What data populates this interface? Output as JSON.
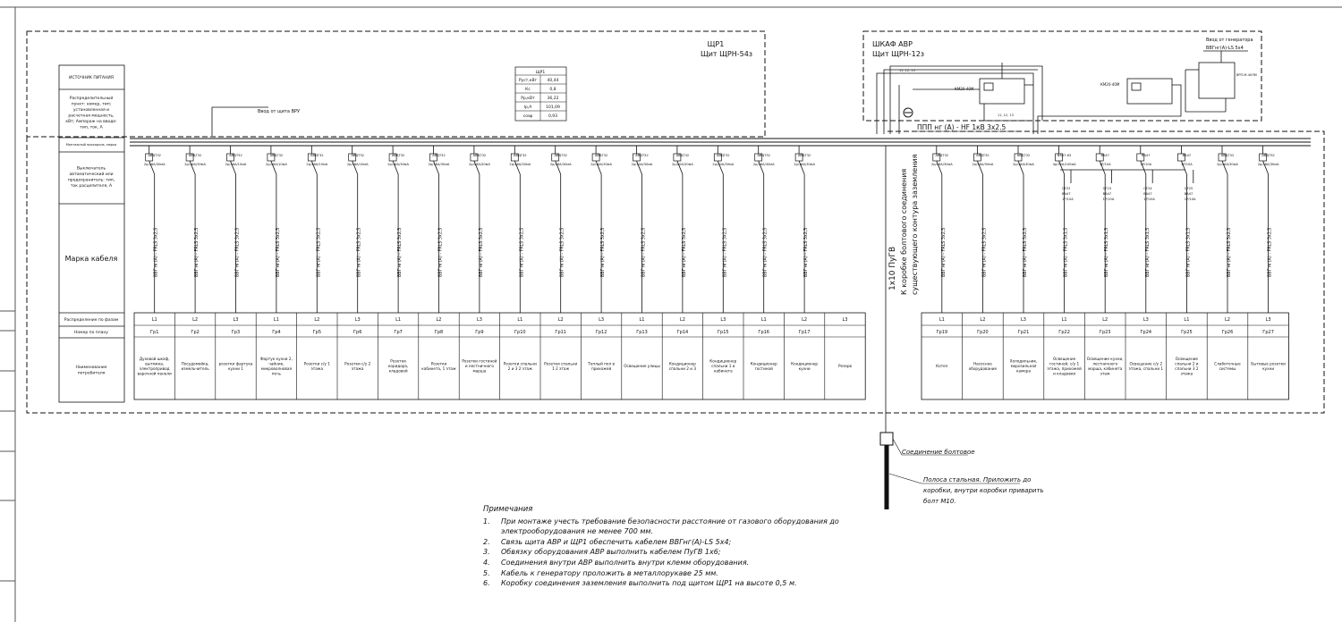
{
  "panel_main": {
    "title": "ЩР1",
    "subtitle": "Щит ЩРН-54з"
  },
  "panel_avr": {
    "title": "ШКАФ АВР",
    "subtitle": "Щит ЩРН-12з"
  },
  "generator_input": {
    "line1": "Ввод от генератора",
    "line2": "ВВГнг(А)-LS 5х4"
  },
  "input_from_vru": "Ввод от щита ВРУ",
  "avr_contactor_1": "КМ20-40М",
  "avr_contactor_2": "КМ20-40М",
  "avr_cable": "ППП нг (А) - HF 1кВ 3х2.5",
  "avr_terminal_labels": [
    "11, 12, 13",
    "11, 12, 13"
  ],
  "relay_label": "ВРП-М-40ЛМ",
  "ground_cable": "1х10 ПуГВ",
  "ground_text_1": "К коробке болтового соединения",
  "ground_text_2": "существующего контура заземления",
  "bolt_connection": "Соединение болтовое",
  "steel_strip": "Полоса стальная. Приложить до коробки, внутри коробки приварить болт М10.",
  "summary": {
    "header": "ЩР1",
    "rows": [
      [
        "Руст,кВт",
        "40,44"
      ],
      [
        "Кс",
        "0,8"
      ],
      [
        "Рр,кВт",
        "36,22"
      ],
      [
        "Ip,A",
        "101,09"
      ],
      [
        "cosφ",
        "0,93"
      ]
    ]
  },
  "legend": {
    "source": "ИСТОЧНИК ПИТАНИЯ",
    "dist_point": "Распределительный пункт: номер, тип; установленная и расчетная мощность, кВт; Ампераж на вводе: тип, ток, А",
    "mounting": "Монтажный проходчик, марка",
    "breaker": "Выключатель автоматический или предохранитель: тип, ток расцепителя, А",
    "cable_mark": "Марка кабеля",
    "phase": "Распределение по фазам",
    "plan_num": "Номер по плану",
    "consumer": "Наименование потребителя"
  },
  "circuits_main": [
    {
      "breaker": "АВДТ32",
      "rating": "2р/16А/30мА",
      "phase": "L1",
      "num": "Гр1",
      "cable": "ВВГ нг(А) - FRLS 3х2,5",
      "consumer": "Духовой шкаф, вытяжка, электропривод варочной панели"
    },
    {
      "breaker": "АВДТ32",
      "rating": "2р/16А/30мА",
      "phase": "L2",
      "num": "Гр2",
      "cable": "ВВГ нг(А) - FRLS 3х2,5",
      "consumer": "Посудомойка, измельчитель"
    },
    {
      "breaker": "АВДТ32",
      "rating": "2р/16А/10мА",
      "phase": "L3",
      "num": "Гр3",
      "cable": "ВВГ нг(А) - FRLS 3х2,5",
      "consumer": "розетки фартука кухни 1"
    },
    {
      "breaker": "АВДТ32",
      "rating": "2р/16А/10мА",
      "phase": "L1",
      "num": "Гр4",
      "cable": "ВВГ нг(А) - FRLS 3х2,5",
      "consumer": "Фартук кухни 2, чайник, микроволновая печь"
    },
    {
      "breaker": "АВДТ32",
      "rating": "2р/16А/10мА",
      "phase": "L2",
      "num": "Гр5",
      "cable": "ВВГ нг(А) - FRLS 3х2,5",
      "consumer": "Розетки с/у 1 этажа"
    },
    {
      "breaker": "АВДТ32",
      "rating": "2р/16А/10мА",
      "phase": "L3",
      "num": "Гр6",
      "cable": "ВВГ нг(А) - FRLS 3х2,5",
      "consumer": "Розетки с/у 2 этажа"
    },
    {
      "breaker": "АВДТ32",
      "rating": "2р/16А/30мА",
      "phase": "L1",
      "num": "Гр7",
      "cable": "ВВГ нг(А) - FRLS 3х2,5",
      "consumer": "Розетки коридора, кладовой"
    },
    {
      "breaker": "АВДТ32",
      "rating": "2р/16А/30мА",
      "phase": "L2",
      "num": "Гр8",
      "cable": "ВВГ нг(А) - FRLS 3х2,5",
      "consumer": "Розетки кабинета, 1 этаж"
    },
    {
      "breaker": "АВДТ32",
      "rating": "2р/16А/30мА",
      "phase": "L3",
      "num": "Гр9",
      "cable": "ВВГ нг(А) - FRLS 3х2,5",
      "consumer": "Розетки гостиной и лестничного марша"
    },
    {
      "breaker": "АВДТ32",
      "rating": "2р/16А/30мА",
      "phase": "L1",
      "num": "Гр10",
      "cable": "ВВГ нг(А) - FRLS 3х2,5",
      "consumer": "Розетки спальни 2 и 3 2 этаж"
    },
    {
      "breaker": "АВДТ32",
      "rating": "2р/16А/30мА",
      "phase": "L2",
      "num": "Гр11",
      "cable": "ВВГ нг(А) - FRLS 3х2,5",
      "consumer": "Розетки спальни 1 2 этаж"
    },
    {
      "breaker": "АВДТ32",
      "rating": "2р/16А/30мА",
      "phase": "L3",
      "num": "Гр12",
      "cable": "ВВГ нг(А) - FRLS 3х2,5",
      "consumer": "Теплый пол в прихожей"
    },
    {
      "breaker": "АВДТ32",
      "rating": "2р/10А/30мА",
      "phase": "L1",
      "num": "Гр13",
      "cable": "ВВГ нг(А) - FRLS 3х2,5",
      "consumer": "Освещение улицы"
    },
    {
      "breaker": "АВДТ32",
      "rating": "2р/20А/30мА",
      "phase": "L2",
      "num": "Гр14",
      "cable": "ВВГ нг(А) - FRLS 3х2,5",
      "consumer": "Кондиционер спальни 2 и 3"
    },
    {
      "breaker": "АВДТ32",
      "rating": "2р/20А/30мА",
      "phase": "L3",
      "num": "Гр15",
      "cable": "ВВГ нг(А) - FRLS 3х2,5",
      "consumer": "Кондиционер спальни 1 и кабинета"
    },
    {
      "breaker": "АВДТ32",
      "rating": "2р/16А/30мА",
      "phase": "L1",
      "num": "Гр16",
      "cable": "ВВГ нг(А) - FRLS 3х2,5",
      "consumer": "Кондиционер гостиной"
    },
    {
      "breaker": "АВДТ32",
      "rating": "2р/16А/30мА",
      "phase": "L2",
      "num": "Гр17",
      "cable": "ВВГ нг(А) - FRLS 3х2,5",
      "consumer": "Кондиционер кухни"
    },
    {
      "breaker": "",
      "rating": "",
      "phase": "L3",
      "num": "",
      "cable": "",
      "consumer": "Резерв"
    }
  ],
  "circuits_avr": [
    {
      "breaker": "АВДТ32",
      "rating": "2р/16А/30мА",
      "phase": "L1",
      "num": "Гр19",
      "cable": "ВВГ нг(А) - FRLS 3х2,5",
      "consumer": "Котел"
    },
    {
      "breaker": "АВДТ32",
      "rating": "2р/16А/30мА",
      "phase": "L2",
      "num": "Гр20",
      "cable": "ВВГ нг(А) - FRLS 3х2,5",
      "consumer": "Насосное оборудование"
    },
    {
      "breaker": "АВДТ32",
      "rating": "2р/16А/30мА",
      "phase": "L3",
      "num": "Гр21",
      "cable": "ВВГ нг(А) - FRLS 3х2,5",
      "consumer": "Холодильник, морозильная камера"
    },
    {
      "breaker": "ВА47-63",
      "rating": "4р/32А/100мА",
      "phase": "L1",
      "num": "Гр22",
      "cable": "ВВГ нг(А) - FRLS 3х1,5",
      "consumer": "Освещение гостиной, с/у 1 этажа, прихожей и кладовки"
    },
    {
      "breaker": "ВА47",
      "rating": "1Р/10А",
      "phase": "L2",
      "num": "Гр23",
      "cable": "ВВГ нг(А) - FRLS 3х1,5",
      "consumer": "Освещение кухни, лестничного марша, кабинета этаж"
    },
    {
      "breaker": "ВА47",
      "rating": "1Р/10А",
      "phase": "L3",
      "num": "Гр24",
      "cable": "ВВГ нг(А) - FRLS 3х1,5",
      "consumer": "Освещение с/у 2 этажа, спальни 1"
    },
    {
      "breaker": "ВА47",
      "rating": "1Р/10А",
      "phase": "L1",
      "num": "Гр25",
      "cable": "ВВГ нг(А) - FRLS 3х1,5",
      "consumer": "Освещение спальни 2 и спальни 3 2 этажа"
    },
    {
      "breaker": "АВДТ32",
      "rating": "2р/16А/30мА",
      "phase": "L2",
      "num": "Гр26",
      "cable": "ВВГ нг(А) - FRLS 3х2,5",
      "consumer": "Слаботочные системы"
    },
    {
      "breaker": "АВДТ32",
      "rating": "2р/16А/30мА",
      "phase": "L3",
      "num": "Гр27",
      "cable": "ВВГ нг(А) - FRLS 3х2,5",
      "consumer": "Бытовые розетки кухни"
    }
  ],
  "avr_sub_breakers": [
    {
      "name": "QF22",
      "type": "ВА47",
      "rating": "1Р/10А"
    },
    {
      "name": "QF23",
      "type": "ВА47",
      "rating": "1Р/10А"
    },
    {
      "name": "QF24",
      "type": "ВА47",
      "rating": "1Р/10А"
    },
    {
      "name": "QF25",
      "type": "ВА47",
      "rating": "1Р/10А"
    }
  ],
  "notes": {
    "title": "Примечания",
    "items": [
      "При монтаже учесть требование безопасности расстояние от газового оборудования до электрооборудования не менее 700 мм.",
      "Связь щита АВР и ЩР1 обеспечить кабелем ВВГнг(А)-LS 5х4;",
      "Обвязку оборудования АВР выполнить кабелем ПуГВ 1х6;",
      "Соединения внутри АВР выполнить внутри клемм оборудования.",
      "Кабель к генератору проложить в металлорукаве 25 мм.",
      "Коробку соединения заземления выполнить под щитом ЩР1 на высоте 0,5 м."
    ]
  }
}
